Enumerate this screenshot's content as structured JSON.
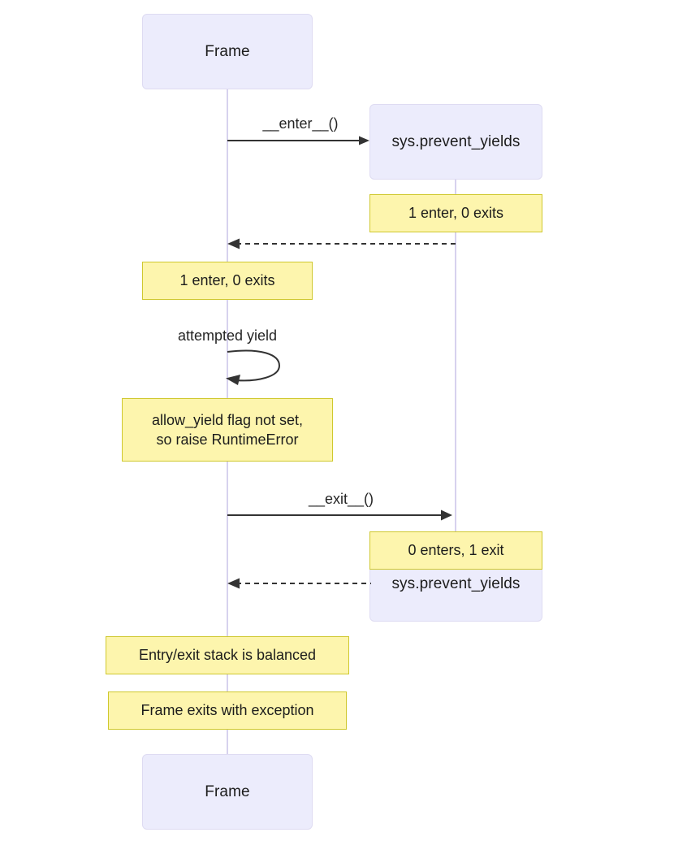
{
  "diagram": {
    "type": "sequence-diagram",
    "background_color": "#ffffff",
    "actor_fill": "#ececfc",
    "actor_stroke": "#dedbf2",
    "note_fill": "#fdf5ad",
    "note_stroke": "#cfc82e",
    "lifeline_color": "#d7d2ee",
    "arrow_color": "#333333",
    "text_color": "#1c1c1c"
  },
  "participants": {
    "left_top": "Frame",
    "left_bottom": "Frame",
    "right_top": "sys.prevent_yields",
    "right_bottom": "sys.prevent_yields"
  },
  "messages": {
    "enter_call": "__enter__()",
    "self_loop": "attempted yield",
    "exit_call": "__exit__()"
  },
  "notes": {
    "right_enter_count": "1 enter, 0 exits",
    "left_enter_count": "1 enter, 0 exits",
    "raise_error_line1": "allow_yield flag not set,",
    "raise_error_line2": "so raise RuntimeError",
    "right_exit_count": "0 enters, 1 exit",
    "stack_balanced": "Entry/exit stack is balanced",
    "frame_exits": "Frame exits with exception"
  }
}
